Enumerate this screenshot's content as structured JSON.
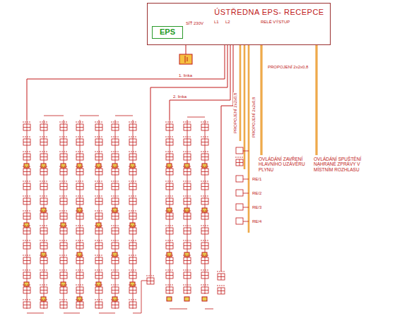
{
  "diagram": {
    "nodes": [
      {
        "text": [
          "ÚSTŘEDNA EPS- RECEPCE"
        ]
      },
      {
        "text": [
          "EPS"
        ],
        "in": 0
      },
      {
        "text": [
          "OVLÁDÁNÍ ZAVŘENÍ HLAVNÍHO UZÁVĚRU PLYNU"
        ]
      },
      {
        "text": [
          "OVLÁDÁNÍ SPUŠTĚNÍ NAHRANÉ ZPRÁVY V MÍSTNÍM ROZHLASU"
        ]
      }
    ],
    "edges": [
      {
        "from": 0,
        "to": 2,
        "arrow": "none"
      },
      {
        "from": 0,
        "to": 3,
        "arrow": "none"
      }
    ],
    "labels": [
      "1. linka",
      "2. linka",
      "SÍŤ 230V",
      "L1",
      "L2",
      "RELÉ VÝSTUP",
      "PROPOJENÍ 2x2x0,8",
      "PROPOJENÍ 2x2x0,8",
      "PROPOJENÍ 2x2x0,8",
      "RE/1",
      "RE/2",
      "RE/3",
      "RE/4"
    ]
  }
}
